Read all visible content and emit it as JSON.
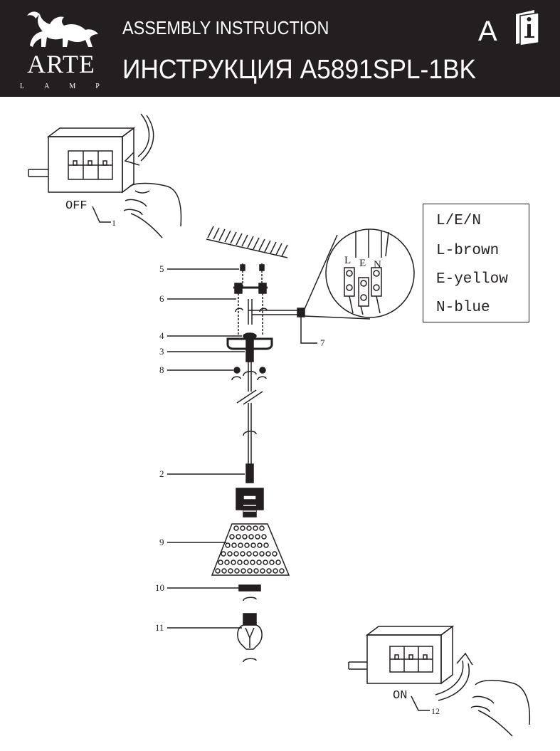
{
  "header": {
    "brand": "ARTE",
    "brand_sub": "LAMP",
    "title_en": "ASSEMBLY INSTRUCTION",
    "title_ru": "ИНСТРУКЦИЯ A5891SPL-1BK",
    "lang": "A",
    "info_icon": "book-info-icon"
  },
  "legend": {
    "rows": [
      "L/E/N",
      "L-brown",
      "E-yellow",
      "N-blue"
    ]
  },
  "terminal": {
    "labels": [
      "L",
      "E",
      "N"
    ]
  },
  "switch_off": {
    "label": "OFF",
    "callout": "1"
  },
  "switch_on": {
    "label": "ON",
    "callout": "12"
  },
  "callouts": {
    "c2": "2",
    "c3": "3",
    "c4": "4",
    "c5": "5",
    "c6": "6",
    "c7": "7",
    "c8": "8",
    "c9": "9",
    "c10": "10",
    "c11": "11"
  },
  "colors": {
    "header_bg": "#231f20",
    "ink": "#231f20"
  }
}
